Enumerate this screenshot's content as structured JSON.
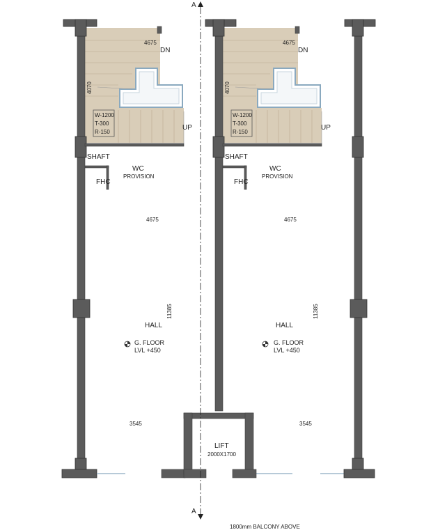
{
  "section": {
    "marker": "A"
  },
  "units": [
    {
      "stair": {
        "dim_top": "4675",
        "down": "DN",
        "up": "UP",
        "dim_side": "4070",
        "spec": [
          "W-1200",
          "T-300",
          "R-150"
        ]
      },
      "shaft": "SHAFT",
      "fhc": "FHC",
      "wc": {
        "title": "WC",
        "sub": "PROVISION"
      },
      "dim_width": "4675",
      "dim_length": "11385",
      "hall": "HALL",
      "level": {
        "line1": "G. FLOOR",
        "line2": "LVL +450"
      },
      "dim_front": "3545"
    },
    {
      "stair": {
        "dim_top": "4675",
        "down": "DN",
        "up": "UP",
        "dim_side": "4070",
        "spec": [
          "W-1200",
          "T-300",
          "R-150"
        ]
      },
      "shaft": "SHAFT",
      "fhc": "FHC",
      "wc": {
        "title": "WC",
        "sub": "PROVISION"
      },
      "dim_width": "4675",
      "dim_length": "11385",
      "hall": "HALL",
      "level": {
        "line1": "G. FLOOR",
        "line2": "LVL +450"
      },
      "dim_front": "3545"
    }
  ],
  "lift": {
    "title": "LIFT",
    "size": "2000X1700"
  },
  "balcony_note": "1800mm BALCONY ABOVE",
  "colors": {
    "wall": "#5b5b5b",
    "stair_floor": "#d9cdb8",
    "glazing": "#9fb9cc"
  }
}
